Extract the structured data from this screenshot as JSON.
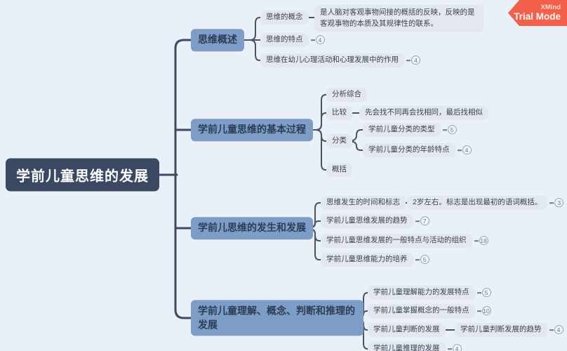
{
  "app": {
    "watermark_line1": "XMind",
    "watermark_line2": "Trial Mode"
  },
  "colors": {
    "background": "#e9f0f8",
    "root_bg": "#3a4862",
    "branch_bg": "#7e9dc6",
    "branch_text": "#2c3e55",
    "leaf_bg": "#e3e8f0",
    "connector": "#3d4a63",
    "watermark_bg": "#f2604c"
  },
  "root": {
    "label": "学前儿童思维的发展"
  },
  "branches": [
    {
      "label": "思维概述",
      "children": [
        {
          "label": "思维的概念",
          "note": "是人脑对客观事物间接的概括的反映，反映的是客观事物的本质及其规律性的联系。"
        },
        {
          "label": "思维的特点",
          "badge": "4"
        },
        {
          "label": "思维在幼儿心理活动和心理发展中的作用",
          "badge": "4"
        }
      ]
    },
    {
      "label": "学前儿童思维的基本过程",
      "children": [
        {
          "label": "分析综合"
        },
        {
          "label": "比较",
          "note": "先会找不同再会找相同，最后找相似"
        },
        {
          "label": "分类",
          "children": [
            {
              "label": "学前儿童分类的类型",
              "badge": "5"
            },
            {
              "label": "学前儿童分类的年龄特点",
              "badge": "4"
            }
          ]
        },
        {
          "label": "概括"
        }
      ]
    },
    {
      "label": "学前儿思维的发生和发展",
      "children": [
        {
          "label": "思维发生的时间和标志",
          "note": "2岁左右。标志是出现最初的语词概括。",
          "note_badge": "3"
        },
        {
          "label": "学前儿童思维发展的趋势",
          "badge": "7"
        },
        {
          "label": "学前儿童思维发展的一般特点与活动的组织",
          "badge": "18"
        },
        {
          "label": "学前儿童思维能力的培养",
          "badge": "5"
        }
      ]
    },
    {
      "label": "学前儿童理解、概念、判断和推理的发展",
      "children": [
        {
          "label": "学前儿童理解能力的发展特点",
          "badge": "5"
        },
        {
          "label": "学前儿童掌握概念的一般特点",
          "badge": "10"
        },
        {
          "label": "学前儿童判断的发展",
          "children": [
            {
              "label": "学前儿童判断发展的趋势",
              "badge": "4"
            }
          ]
        },
        {
          "label": "学前儿童推理的发展",
          "badge": "4"
        }
      ]
    }
  ]
}
